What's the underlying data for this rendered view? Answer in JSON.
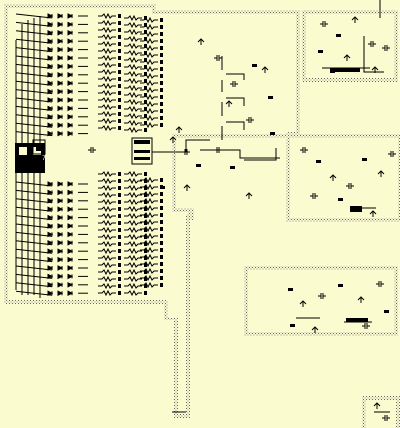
{
  "view": {
    "background_color": "#fbfbd0",
    "ink_color": "#000000",
    "region_fill_color": "#fbfbd0",
    "selected_part_color": "#000000"
  },
  "schematic": {
    "regions": [
      {
        "id": "main-left-block"
      },
      {
        "id": "upper-right-box"
      },
      {
        "id": "middle-right-panel"
      },
      {
        "id": "lower-right-box"
      },
      {
        "id": "bottom-right-stub"
      },
      {
        "id": "lower-left-stub"
      }
    ],
    "selected_part": {
      "label": "7",
      "icon": "ic-chip-icon"
    }
  }
}
